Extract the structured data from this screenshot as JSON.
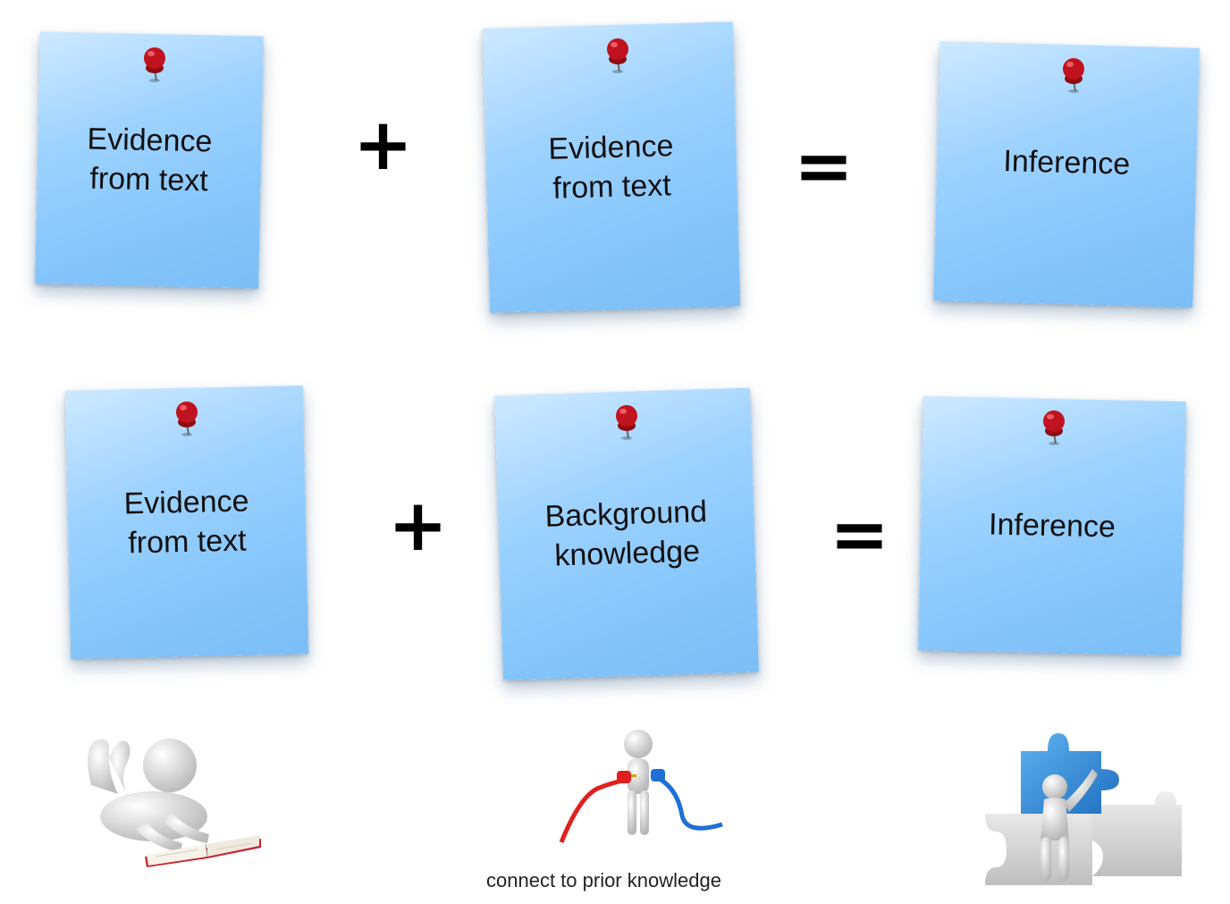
{
  "rows": [
    {
      "left_note": "Evidence\nfrom text",
      "middle_note": "Evidence\nfrom text",
      "right_note": "Inference",
      "operator_plus": "+",
      "operator_equals": "="
    },
    {
      "left_note": "Evidence\nfrom text",
      "middle_note": "Background\nknowledge",
      "right_note": "Inference",
      "operator_plus": "+",
      "operator_equals": "="
    }
  ],
  "illustrations": {
    "reading": "person-reading-book-icon",
    "connecting": "person-connecting-cables-icon",
    "puzzle": "person-assembling-puzzle-icon",
    "caption": "connect to prior knowledge"
  },
  "colors": {
    "note_blue": "#86c6fb",
    "pin_red": "#c1121f",
    "cable_red": "#e02020",
    "cable_blue": "#1f6fd6",
    "puzzle_blue": "#2a86d6"
  }
}
